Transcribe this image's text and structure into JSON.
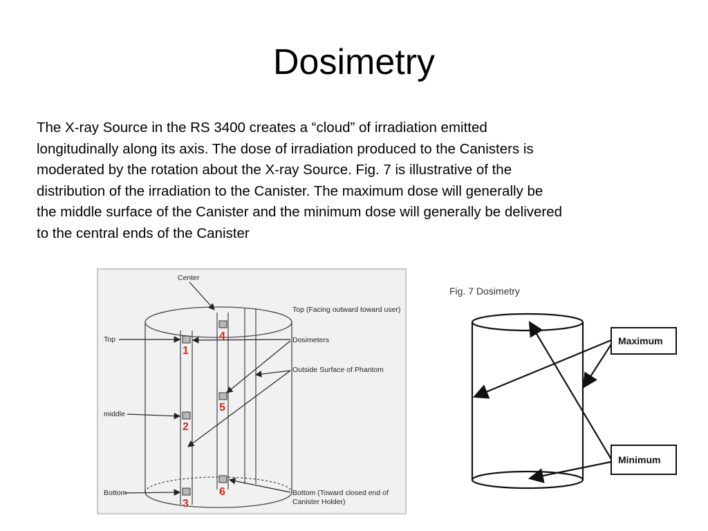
{
  "slide": {
    "title": "Dosimetry",
    "body_lines": [
      "The X-ray Source in the RS 3400 creates a “cloud” of irradiation emitted",
      "longitudinally along its axis. The dose of irradiation produced to the Canisters is",
      "moderated by the rotation about the X-ray Source. Fig. 7 is illustrative of the",
      "distribution of the irradiation to the Canister. The maximum dose will generally be",
      "the middle surface of the Canister and the minimum dose will generally be delivered",
      "to the central ends of the Canister"
    ]
  },
  "left_figure": {
    "labels": {
      "center": "Center",
      "top_face": "Top (Facing outward toward user)",
      "top": "Top",
      "dosimeters": "Dosimeters",
      "outside_surface": "Outside Surface of Phantom",
      "middle": "middle",
      "bottom": "Bottom",
      "bottom_face_line1": "Bottom (Toward closed end of",
      "bottom_face_line2": "Canister Holder)"
    },
    "dosimeter_numbers": [
      "1",
      "2",
      "3",
      "4",
      "5",
      "6"
    ],
    "number_color": "#d42a1c"
  },
  "right_figure": {
    "caption": "Fig. 7 Dosimetry",
    "maximum_label": "Maximum",
    "minimum_label": "Minimum"
  }
}
